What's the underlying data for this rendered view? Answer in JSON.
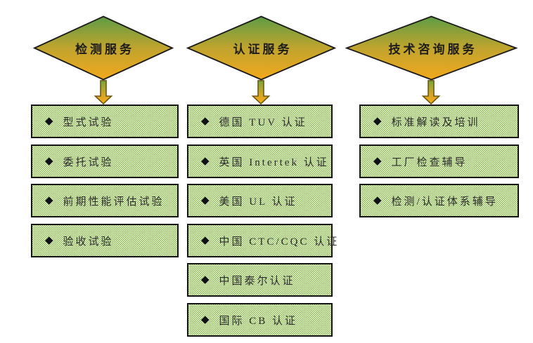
{
  "bullet": "◆",
  "colors": {
    "diamond_gradient_top": "#5d9c44",
    "diamond_gradient_bottom": "#f2a81c",
    "diamond_border": "#1a1a1a",
    "arrow_gradient_top": "#76a73f",
    "arrow_gradient_bottom": "#f5ae14",
    "arrow_border": "#6b5a14",
    "box_pattern_green": "#7db53e",
    "box_pattern_light": "#fdfff4",
    "box_border": "#141414",
    "text": "#1c1c1c",
    "background": "#ffffff"
  },
  "columns": [
    {
      "diamond_label": "检测服务",
      "items": [
        "型式试验",
        "委托试验",
        "前期性能评估试验",
        "验收试验"
      ]
    },
    {
      "diamond_label": "认证服务",
      "items": [
        "德国 TUV 认证",
        "英国 Intertek 认证",
        "美国 UL 认证",
        "中国 CTC/CQC 认证",
        "中国泰尔认证",
        "国际 CB 认证"
      ]
    },
    {
      "diamond_label": "技术咨询服务",
      "items": [
        "标准解读及培训",
        "工厂检查辅导",
        "检测/认证体系辅导"
      ]
    }
  ]
}
